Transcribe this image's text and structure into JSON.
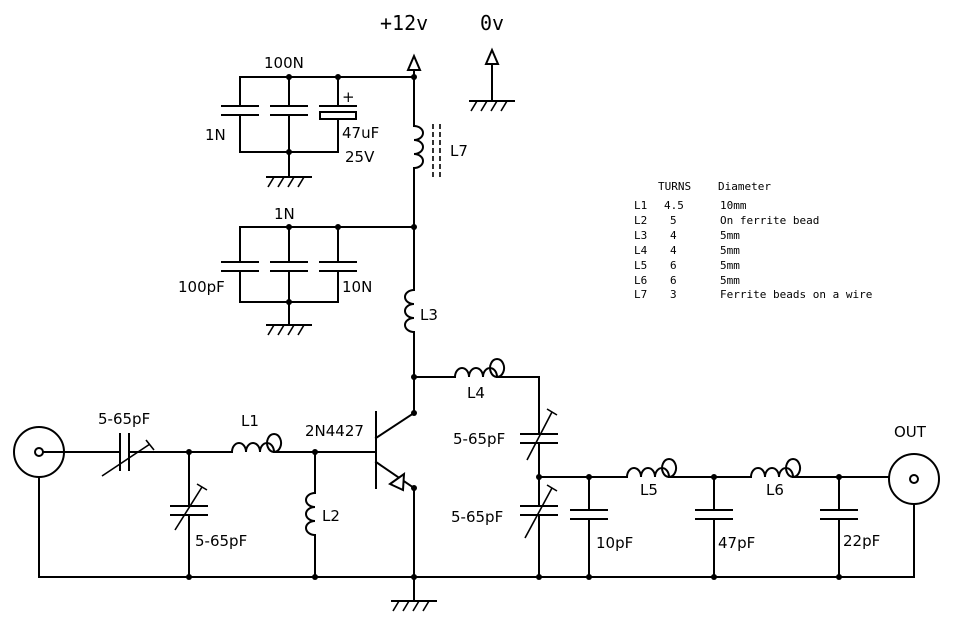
{
  "supply": {
    "vplus": "+12v",
    "zero": "0v"
  },
  "labels": {
    "c_100n": "100N",
    "c_1n_top": "1N",
    "c_47u": "47uF",
    "c_25v": "25V",
    "plus_sign": "+",
    "c_1n_mid": "1N",
    "c_100p": "100pF",
    "c_10n": "10N",
    "l7": "L7",
    "l3": "L3",
    "l4": "L4",
    "l1": "L1",
    "l2": "L2",
    "l5": "L5",
    "l6": "L6",
    "transistor": "2N4427",
    "trim_in": "5-65pF",
    "trim_shunt": "5-65pF",
    "trim_c1": "5-65pF",
    "trim_c2": "5-65pF",
    "c_10p": "10pF",
    "c_47p": "47pF",
    "c_22p": "22pF",
    "out": "OUT"
  },
  "coil_table": {
    "headers": {
      "turns": "TURNS",
      "diameter": "Diameter"
    },
    "rows": [
      {
        "coil": "L1",
        "turns": "4.5",
        "diameter": "10mm"
      },
      {
        "coil": "L2",
        "turns": "5",
        "diameter": "On ferrite bead"
      },
      {
        "coil": "L3",
        "turns": "4",
        "diameter": "5mm"
      },
      {
        "coil": "L4",
        "turns": "4",
        "diameter": "5mm"
      },
      {
        "coil": "L5",
        "turns": "6",
        "diameter": "5mm"
      },
      {
        "coil": "L6",
        "turns": "6",
        "diameter": "5mm"
      },
      {
        "coil": "L7",
        "turns": "3",
        "diameter": "Ferrite beads on a wire"
      }
    ]
  }
}
